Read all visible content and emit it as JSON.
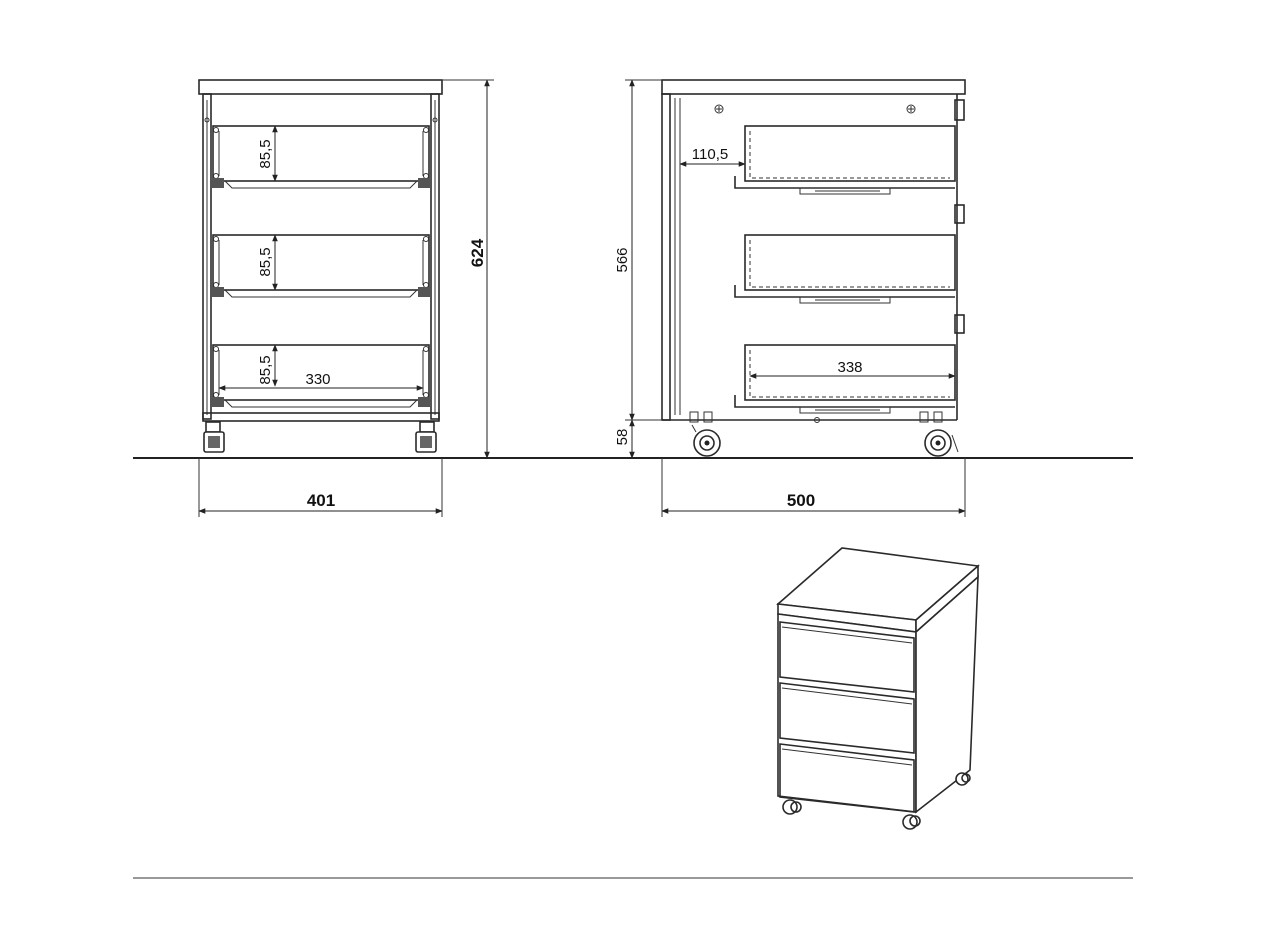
{
  "front_view": {
    "width_label": "401",
    "height_label": "624",
    "drawer_height_labels": [
      "85,5",
      "85,5",
      "85,5"
    ],
    "inner_width_label": "330"
  },
  "side_view": {
    "depth_label": "500",
    "body_height_label": "566",
    "castor_height_label": "58",
    "drawer_offset_label": "110,5",
    "drawer_depth_label": "338"
  }
}
